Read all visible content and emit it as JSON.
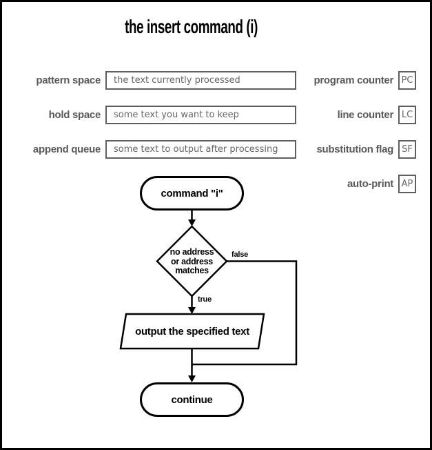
{
  "title": "the insert command (i)",
  "state_panel": {
    "left": [
      {
        "label": "pattern space",
        "value": "the text currently processed"
      },
      {
        "label": "hold space",
        "value": "some text you want to keep"
      },
      {
        "label": "append queue",
        "value": "some text to output after processing"
      }
    ],
    "right": [
      {
        "label": "program counter",
        "value": "PC"
      },
      {
        "label": "line counter",
        "value": "LC"
      },
      {
        "label": "substitution flag",
        "value": "SF"
      },
      {
        "label": "auto-print",
        "value": "AP"
      }
    ]
  },
  "flowchart": {
    "start_label": "command \"i\"",
    "decision_label": "no address\nor address\nmatches",
    "true_label": "true",
    "false_label": "false",
    "process_label": "output the specified text",
    "end_label": "continue"
  },
  "colors": {
    "background": "#ffffff",
    "frame_border": "#000000",
    "flow_line": "#000000",
    "label_gray": "#5a5a5a",
    "box_border_gray": "#5e5e5e",
    "box_text_gray": "#666666"
  }
}
